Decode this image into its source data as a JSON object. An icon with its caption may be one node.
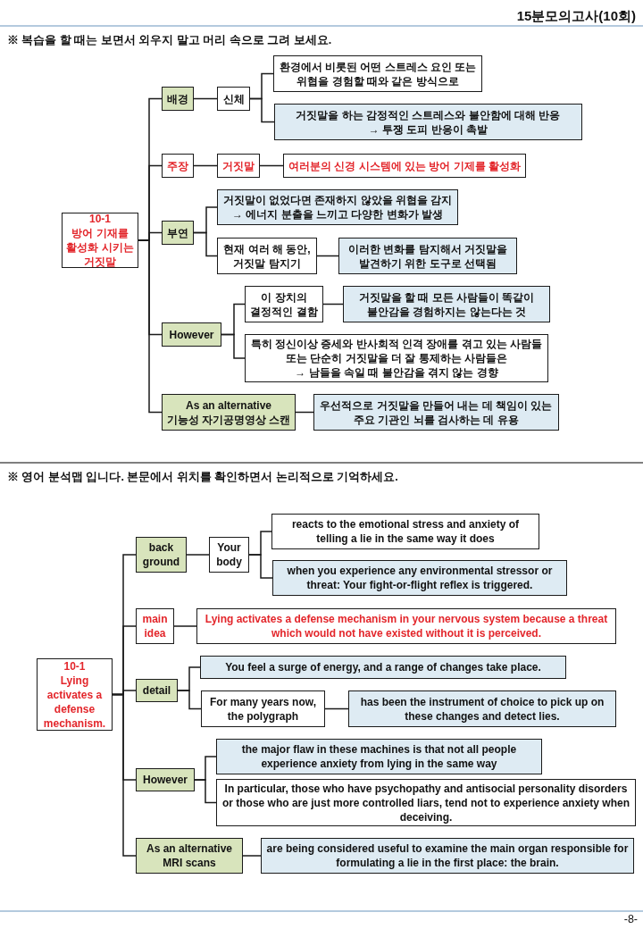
{
  "diagram": {
    "nodes": [
      {
        "text": [
          "10-1",
          "방어 기재를 활성화 시키는 거짓말"
        ]
      },
      {
        "text": [
          "배경"
        ]
      },
      {
        "text": [
          "신체"
        ]
      },
      {
        "text": [
          "환경에서 비롯된 어떤 스트레스 요인 또는 위협을 경험할 때와 같은 방식으로"
        ]
      },
      {
        "text": [
          "거짓말을 하는 감정적인 스트레스와 불안함에 대해 반응",
          "→ 투쟁 도피 반응이 촉발"
        ]
      },
      {
        "text": [
          "주장"
        ]
      },
      {
        "text": [
          "거짓말"
        ]
      },
      {
        "text": [
          "여러분의 신경 시스템에 있는 방어 기제를 활성화"
        ]
      },
      {
        "text": [
          "부연"
        ]
      },
      {
        "text": [
          "거짓말이 없었다면 존재하지 않았을 위협을 감지",
          "→ 에너지 분출을 느끼고 다양한 변화가 발생"
        ]
      },
      {
        "text": [
          "현재 여러 해 동안, 거짓말 탐지기"
        ]
      },
      {
        "text": [
          "이러한 변화를 탐지해서 거짓말을 발견하기 위한 도구로 선택됨"
        ]
      },
      {
        "text": [
          "However"
        ]
      },
      {
        "text": [
          "이 장치의 결정적인 결함"
        ]
      },
      {
        "text": [
          "거짓말을 할 때 모든 사람들이 똑같이 불안감을 경험하지는 않는다는 것"
        ]
      },
      {
        "text": [
          "특히 정신이상 증세와 반사회적 인격 장애를 겪고 있는 사람들 또는 단순히 거짓말을 더 잘 통제하는 사람들은",
          "→ 남들을 속일 때 불안감을 겪지 않는 경향"
        ]
      },
      {
        "text": [
          "As an alternative",
          "기능성 자기공명영상 스캔"
        ]
      },
      {
        "text": [
          "우선적으로 거짓말을 만들어 내는 데 책임이 있는 주요 기관인 뇌를 검사하는 데 유용"
        ]
      },
      {
        "text": [
          "10-1",
          "Lying activates a defense mechanism."
        ]
      },
      {
        "text": [
          "back ground"
        ]
      },
      {
        "text": [
          "Your body"
        ]
      },
      {
        "text": [
          "reacts to the emotional stress and anxiety of telling a lie in the same way it does"
        ]
      },
      {
        "text": [
          "when you experience any environmental stressor or threat: Your fight-or-flight reflex is triggered."
        ]
      },
      {
        "text": [
          "main idea"
        ]
      },
      {
        "text": [
          "Lying activates a defense mechanism in your nervous system because a threat which would not have existed without it is perceived."
        ]
      },
      {
        "text": [
          "detail"
        ]
      },
      {
        "text": [
          "You feel a surge of energy, and a range of changes take place."
        ]
      },
      {
        "text": [
          "For many years now, the polygraph"
        ]
      },
      {
        "text": [
          "has been the instrument of choice to pick up on these changes and detect lies."
        ]
      },
      {
        "text": [
          "However"
        ]
      },
      {
        "text": [
          "the major flaw in these machines is that not all people experience anxiety from lying in the same way"
        ]
      },
      {
        "text": [
          "In particular, those who have psychopathy and antisocial personality disorders or those who are just more controlled liars, tend not to experience anxiety when deceiving."
        ]
      },
      {
        "text": [
          "As an alternative",
          "MRI scans"
        ]
      },
      {
        "text": [
          "are being considered useful to examine the main organ responsible for formulating a lie in the first place: the brain."
        ]
      }
    ],
    "edges": [
      {
        "from": 0,
        "to": 1,
        "arrow": "none"
      },
      {
        "from": 0,
        "to": 5,
        "arrow": "none"
      },
      {
        "from": 0,
        "to": 8,
        "arrow": "none"
      },
      {
        "from": 0,
        "to": 12,
        "arrow": "none"
      },
      {
        "from": 0,
        "to": 16,
        "arrow": "none"
      },
      {
        "from": 1,
        "to": 2,
        "arrow": "none"
      },
      {
        "from": 2,
        "to": 3,
        "arrow": "none"
      },
      {
        "from": 2,
        "to": 4,
        "arrow": "none"
      },
      {
        "from": 5,
        "to": 6,
        "arrow": "none"
      },
      {
        "from": 6,
        "to": 7,
        "arrow": "none"
      },
      {
        "from": 8,
        "to": 9,
        "arrow": "none"
      },
      {
        "from": 8,
        "to": 10,
        "arrow": "none"
      },
      {
        "from": 10,
        "to": 11,
        "arrow": "none"
      },
      {
        "from": 12,
        "to": 13,
        "arrow": "none"
      },
      {
        "from": 13,
        "to": 14,
        "arrow": "none"
      },
      {
        "from": 12,
        "to": 15,
        "arrow": "none"
      },
      {
        "from": 16,
        "to": 17,
        "arrow": "none"
      },
      {
        "from": 18,
        "to": 19,
        "arrow": "none"
      },
      {
        "from": 18,
        "to": 23,
        "arrow": "none"
      },
      {
        "from": 18,
        "to": 25,
        "arrow": "none"
      },
      {
        "from": 18,
        "to": 29,
        "arrow": "none"
      },
      {
        "from": 18,
        "to": 32,
        "arrow": "none"
      },
      {
        "from": 19,
        "to": 20,
        "arrow": "none"
      },
      {
        "from": 20,
        "to": 21,
        "arrow": "none"
      },
      {
        "from": 20,
        "to": 22,
        "arrow": "none"
      },
      {
        "from": 23,
        "to": 24,
        "arrow": "none"
      },
      {
        "from": 25,
        "to": 26,
        "arrow": "none"
      },
      {
        "from": 25,
        "to": 27,
        "arrow": "none"
      },
      {
        "from": 27,
        "to": 28,
        "arrow": "none"
      },
      {
        "from": 29,
        "to": 30,
        "arrow": "none"
      },
      {
        "from": 29,
        "to": 31,
        "arrow": "none"
      },
      {
        "from": 32,
        "to": 33,
        "arrow": "none"
      }
    ],
    "labels": [
      "15분모의고사(10회)",
      "※ 복습을 할 때는 보면서 외우지 말고 머리 속으로 그려 보세요.",
      "※ 영어 분석맵 입니다. 본문에서 위치를 확인하면서 논리적으로 기억하세요.",
      "-8-"
    ]
  }
}
